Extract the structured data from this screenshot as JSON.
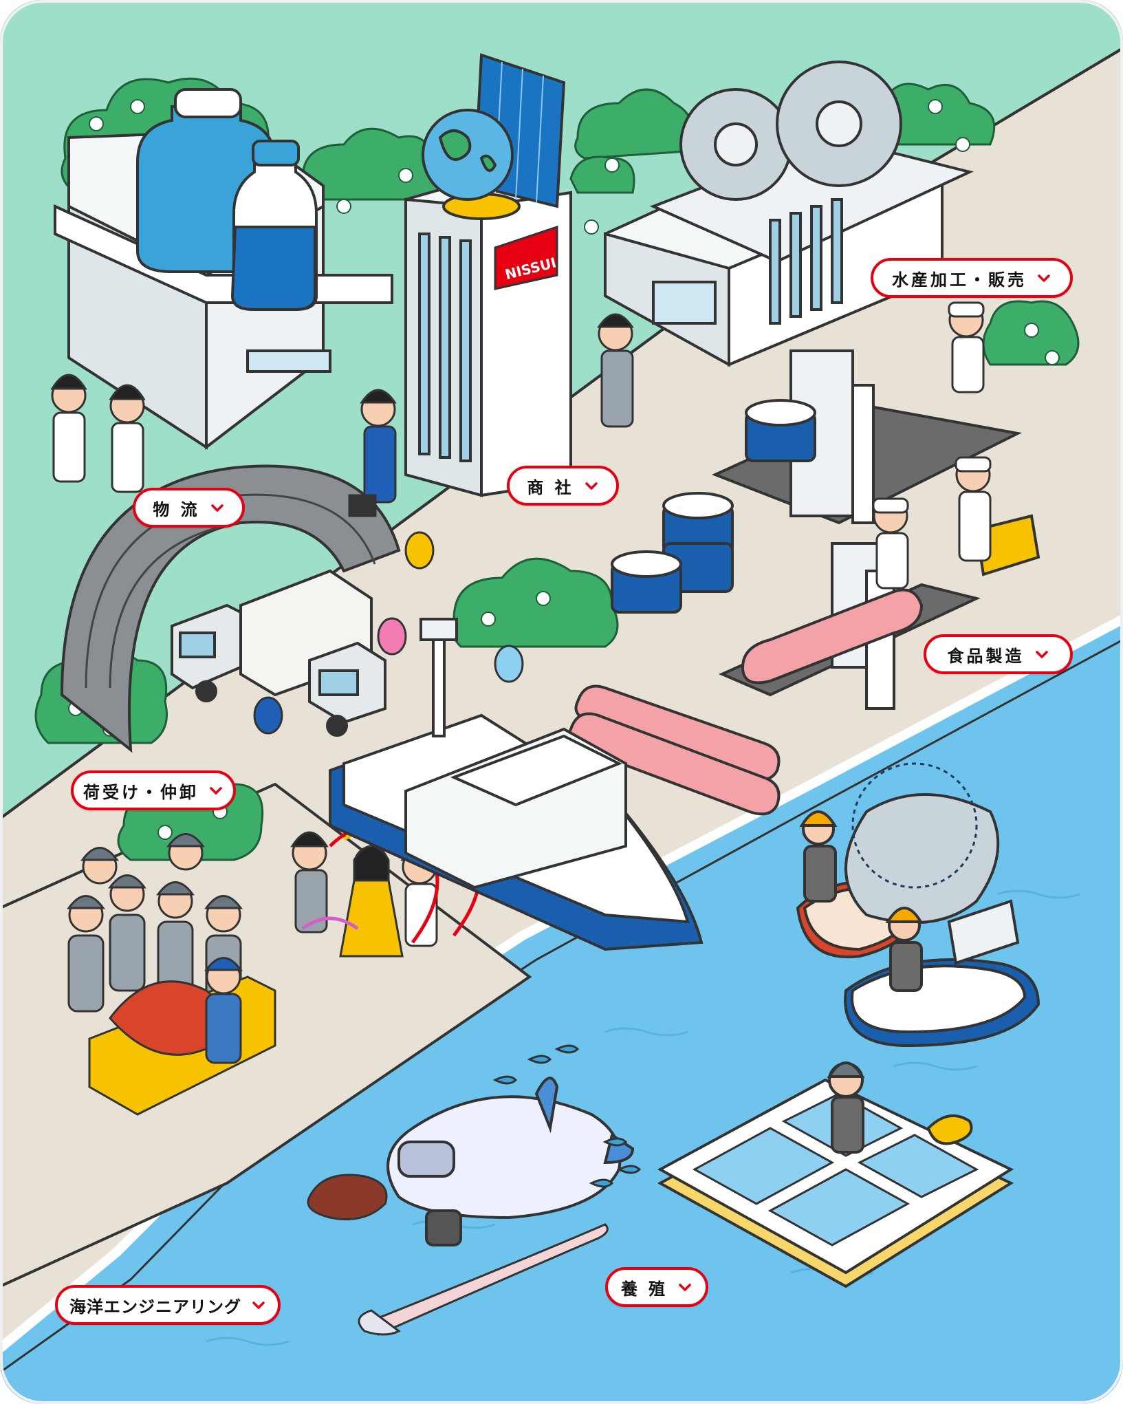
{
  "brand": {
    "logo_text": "NISSUI",
    "accent_color": "#e60012"
  },
  "colors": {
    "land": "#9edfc9",
    "sea": "#6ec4ec",
    "quay": "#e8e1d6",
    "label_border": "#e60012"
  },
  "labels": [
    {
      "id": "seafood-processing-sales",
      "text": "水産加工・販売"
    },
    {
      "id": "trading-company",
      "text": "商 社"
    },
    {
      "id": "logistics",
      "text": "物 流"
    },
    {
      "id": "food-manufacturing",
      "text": "食品製造"
    },
    {
      "id": "receiving-wholesale",
      "text": "荷受け・仲卸"
    },
    {
      "id": "aquaculture",
      "text": "養 殖"
    },
    {
      "id": "marine-engineering",
      "text": "海洋エンジニアリング"
    }
  ],
  "icons": {
    "label_chevron": "chevron-down-icon"
  }
}
